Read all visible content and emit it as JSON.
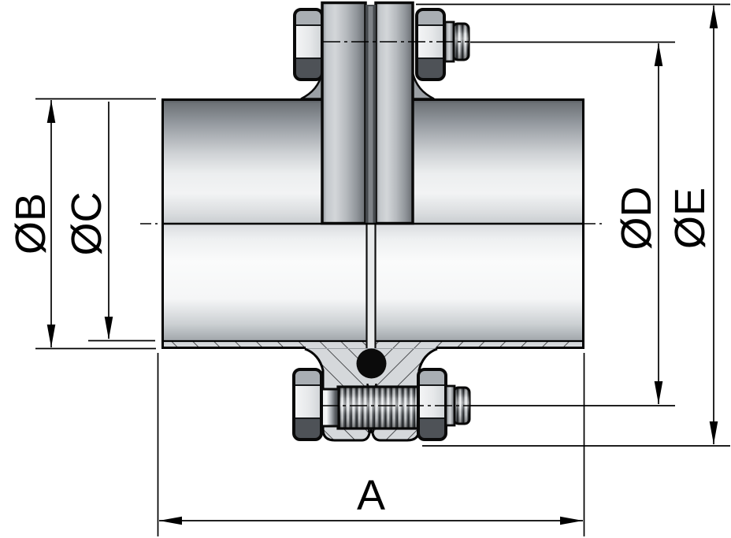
{
  "drawing": {
    "kind": "pipe-union-section-drawing",
    "dimension_labels": {
      "a": "A",
      "b": "ØB",
      "c": "ØC",
      "d": "ØD",
      "e": "ØE"
    },
    "colors": {
      "outline": "#000000",
      "background": "#ffffff",
      "hatch_background": "#d5d8db",
      "metal_bright": "#f5f6f7",
      "metal_mid": "#b5b9be",
      "metal_dark": "#4e5257",
      "seal": "#0b0b0b"
    }
  }
}
